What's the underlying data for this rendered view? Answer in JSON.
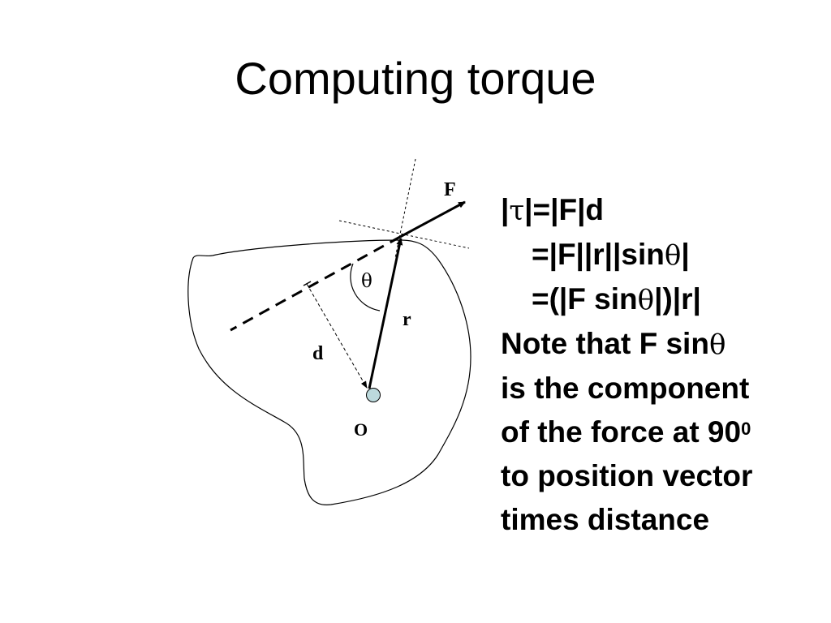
{
  "slide": {
    "title": "Computing torque"
  },
  "diagram": {
    "labels": {
      "force": "F",
      "angle": "θ",
      "position": "r",
      "distance": "d",
      "origin": "O"
    },
    "colors": {
      "origin_fill": "#bcd9dc",
      "ink": "#000000"
    }
  },
  "notes": {
    "eq1": {
      "tau_sym": "τ",
      "rest": "|=|F|d"
    },
    "eq2": {
      "prefix": "=|F||r||sin",
      "theta": "θ",
      "suffix": "|"
    },
    "eq3": {
      "prefix": "=(|F sin",
      "theta": "θ",
      "suffix": "|)|r|"
    },
    "note1": {
      "prefix": "Note that F sin",
      "theta": "θ"
    },
    "note2": "is the component",
    "note3": {
      "text": "of the force at 90",
      "sup": "0"
    },
    "note4": "to position vector",
    "note5": "times distance"
  }
}
